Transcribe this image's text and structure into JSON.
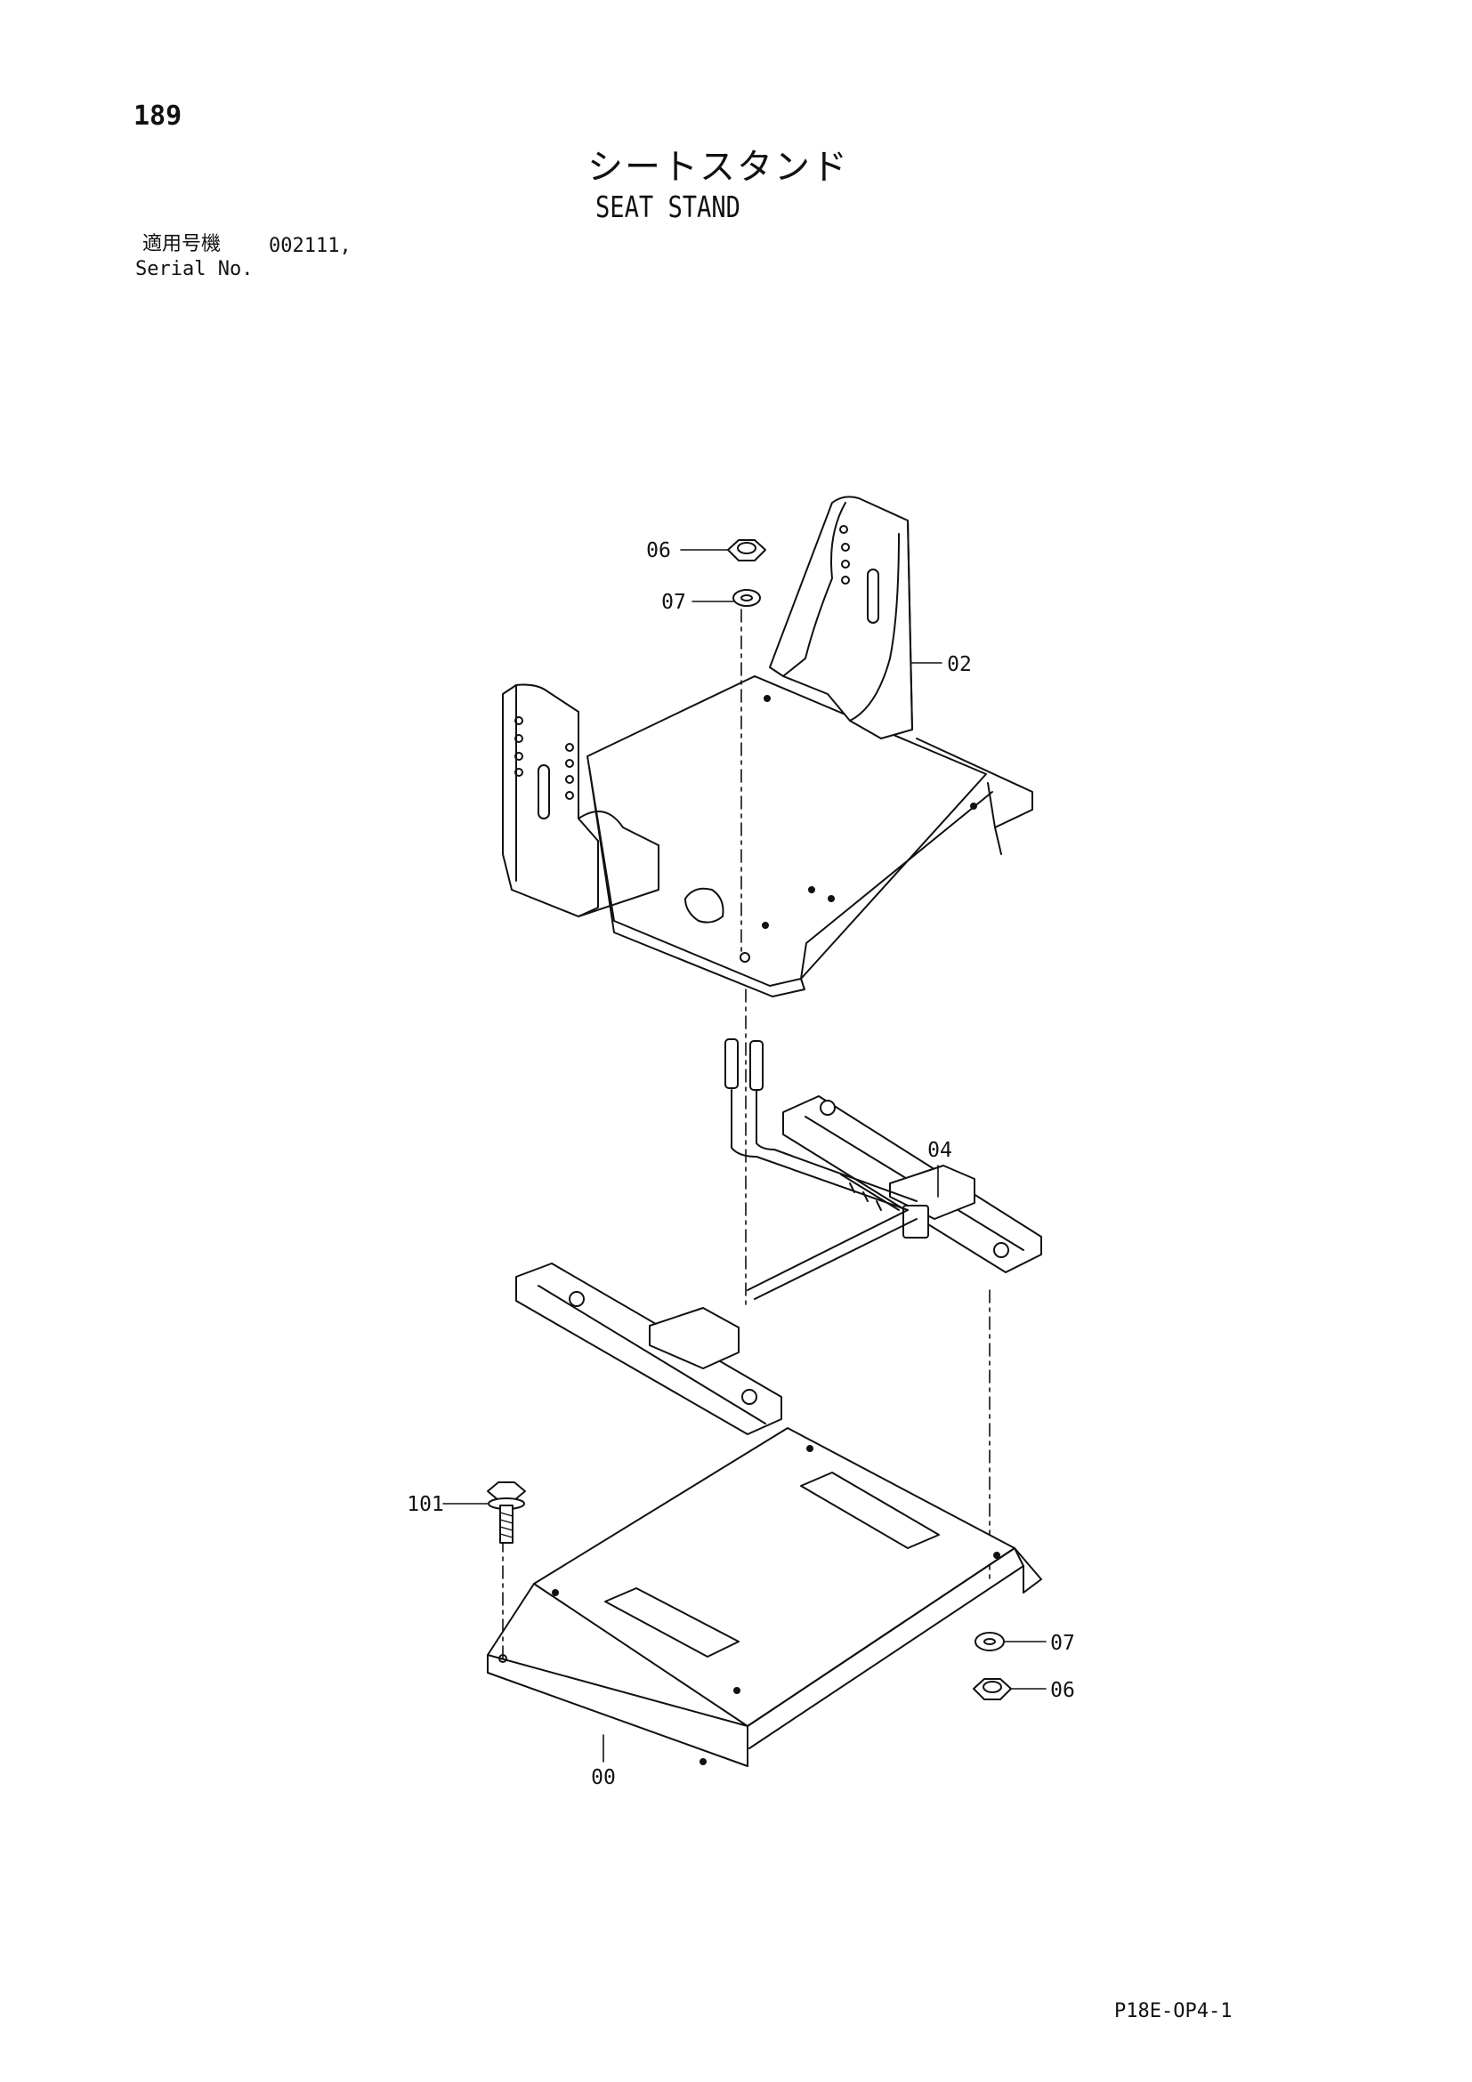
{
  "page": {
    "number": "189",
    "title_jp": "シートスタンド",
    "title_en": "SEAT STAND",
    "serial_label_jp": "適用号機",
    "serial_value": "002111,",
    "serial_label_en": "Serial No.",
    "diagram_code": "P18E-OP4-1"
  },
  "parts": {
    "p00": "00",
    "p02": "02",
    "p04": "04",
    "p06_top": "06",
    "p07_top": "07",
    "p06_bottom": "06",
    "p07_bottom": "07",
    "p101": "101"
  }
}
